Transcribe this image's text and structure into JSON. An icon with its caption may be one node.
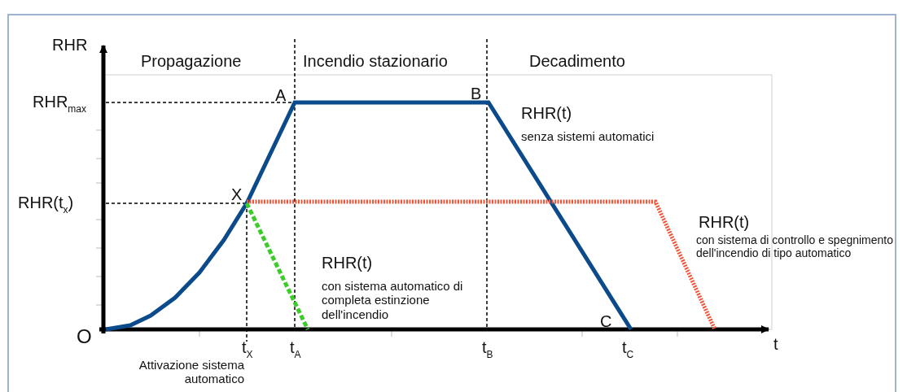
{
  "diagram": {
    "labels": [
      "RHR",
      "Propagazione",
      "Incendio stazionario",
      "Decadimento",
      "RHR$_{max}$",
      "A",
      "B",
      "RHR(t)",
      "senza sistemi automatici",
      "RHR(t$_{x}$)",
      "X",
      "RHR(t)",
      "con sistema di controllo e spegnimento dell'incendio di tipo automatico",
      "RHR(t)",
      "con sistema automatico di completa estinzione dell'incendio",
      "O",
      "C",
      "t$_{X}$",
      "t$_{A}$",
      "t$_{B}$",
      "t$_{C}$",
      "t",
      "Attivazione sistema automatico"
    ]
  }
}
